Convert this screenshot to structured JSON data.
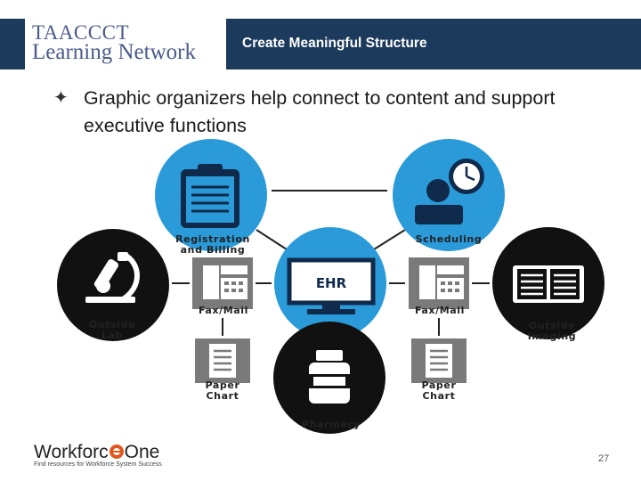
{
  "header": {
    "logo_line1": "TAACCCT",
    "logo_line2": "Learning Network",
    "title": "Create Meaningful Structure"
  },
  "bullet": {
    "glyph": "✦",
    "text": "Graphic organizers help connect to content and support executive functions"
  },
  "diagram": {
    "center": "EHR",
    "nodes": {
      "registration_line1": "Registration",
      "registration_line2": "and Billing",
      "scheduling": "Scheduling",
      "lab_line1": "Outside",
      "lab_line2": "Lab",
      "imaging_line1": "Outside",
      "imaging_line2": "Imaging",
      "fax_left": "Fax/Mail",
      "fax_right": "Fax/Mail",
      "paper_left_line1": "Paper",
      "paper_left_line2": "Chart",
      "paper_right_line1": "Paper",
      "paper_right_line2": "Chart",
      "pharmacy": "Pharmacy"
    },
    "colors": {
      "blue": "#2a9ad9",
      "dark": "#111111",
      "gray": "#7a7a7a",
      "navy": "#0f2a4a"
    }
  },
  "footer": {
    "brand_a": "Workforc",
    "brand_b": "One",
    "tagline": "Find resources for Workforce System Success",
    "page_number": "27"
  }
}
